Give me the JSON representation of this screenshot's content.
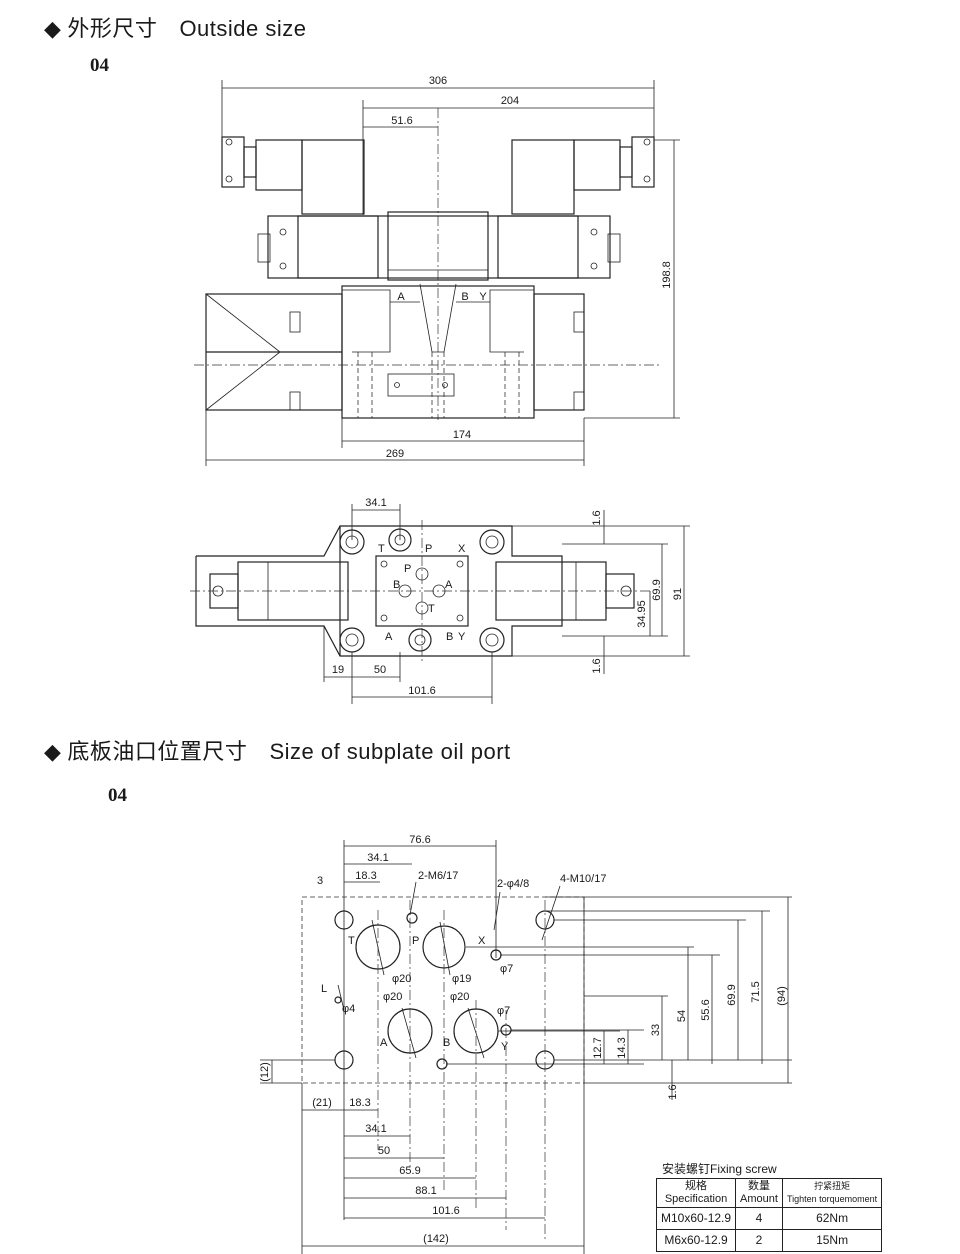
{
  "section1": {
    "bullet": "◆",
    "title_cn": "外形尺寸",
    "title_en": "Outside size",
    "model": "04"
  },
  "section2": {
    "bullet": "◆",
    "title_cn": "底板油口位置尺寸",
    "title_en": "Size of subplate oil port",
    "model": "04"
  },
  "front_view": {
    "dims": [
      "306",
      "204",
      "51.6",
      "198.8",
      "174",
      "269"
    ],
    "labels": [
      "A",
      "B",
      "Y"
    ]
  },
  "top_view": {
    "dims": [
      "34.1",
      "1.6",
      "69.9",
      "91",
      "34.95",
      "19",
      "50",
      "101.6",
      "1.6"
    ],
    "labels": [
      "T",
      "P",
      "X",
      "A",
      "B",
      "Y",
      "P",
      "B",
      "A",
      "T"
    ]
  },
  "subplate": {
    "dims_top": [
      "76.6",
      "34.1",
      "18.3",
      "3"
    ],
    "callouts": [
      "2-M6/17",
      "2-φ4/8",
      "4-M10/17",
      "φ20",
      "φ19",
      "φ7",
      "φ20",
      "φ20",
      "φ7",
      "φ4"
    ],
    "ports": [
      "T",
      "P",
      "X",
      "L",
      "A",
      "B",
      "Y"
    ],
    "dims_right": [
      "1.6",
      "12.7",
      "14.3",
      "33",
      "54",
      "55.6",
      "69.9",
      "71.5",
      "(94)"
    ],
    "dims_left": [
      "(12)"
    ],
    "dims_bottom": [
      "(21)",
      "18.3",
      "34.1",
      "50",
      "65.9",
      "88.1",
      "101.6",
      "(142)"
    ]
  },
  "fixing_screw": {
    "title": "安装螺钉Fixing screw",
    "headers": [
      {
        "cn": "规格",
        "en": "Specification"
      },
      {
        "cn": "数量",
        "en": "Amount"
      },
      {
        "cn": "拧紧扭矩",
        "en": "Tighten torquemoment"
      }
    ],
    "rows": [
      {
        "spec": "M10x60-12.9",
        "amount": "4",
        "torque": "62Nm"
      },
      {
        "spec": "M6x60-12.9",
        "amount": "2",
        "torque": "15Nm"
      }
    ]
  }
}
